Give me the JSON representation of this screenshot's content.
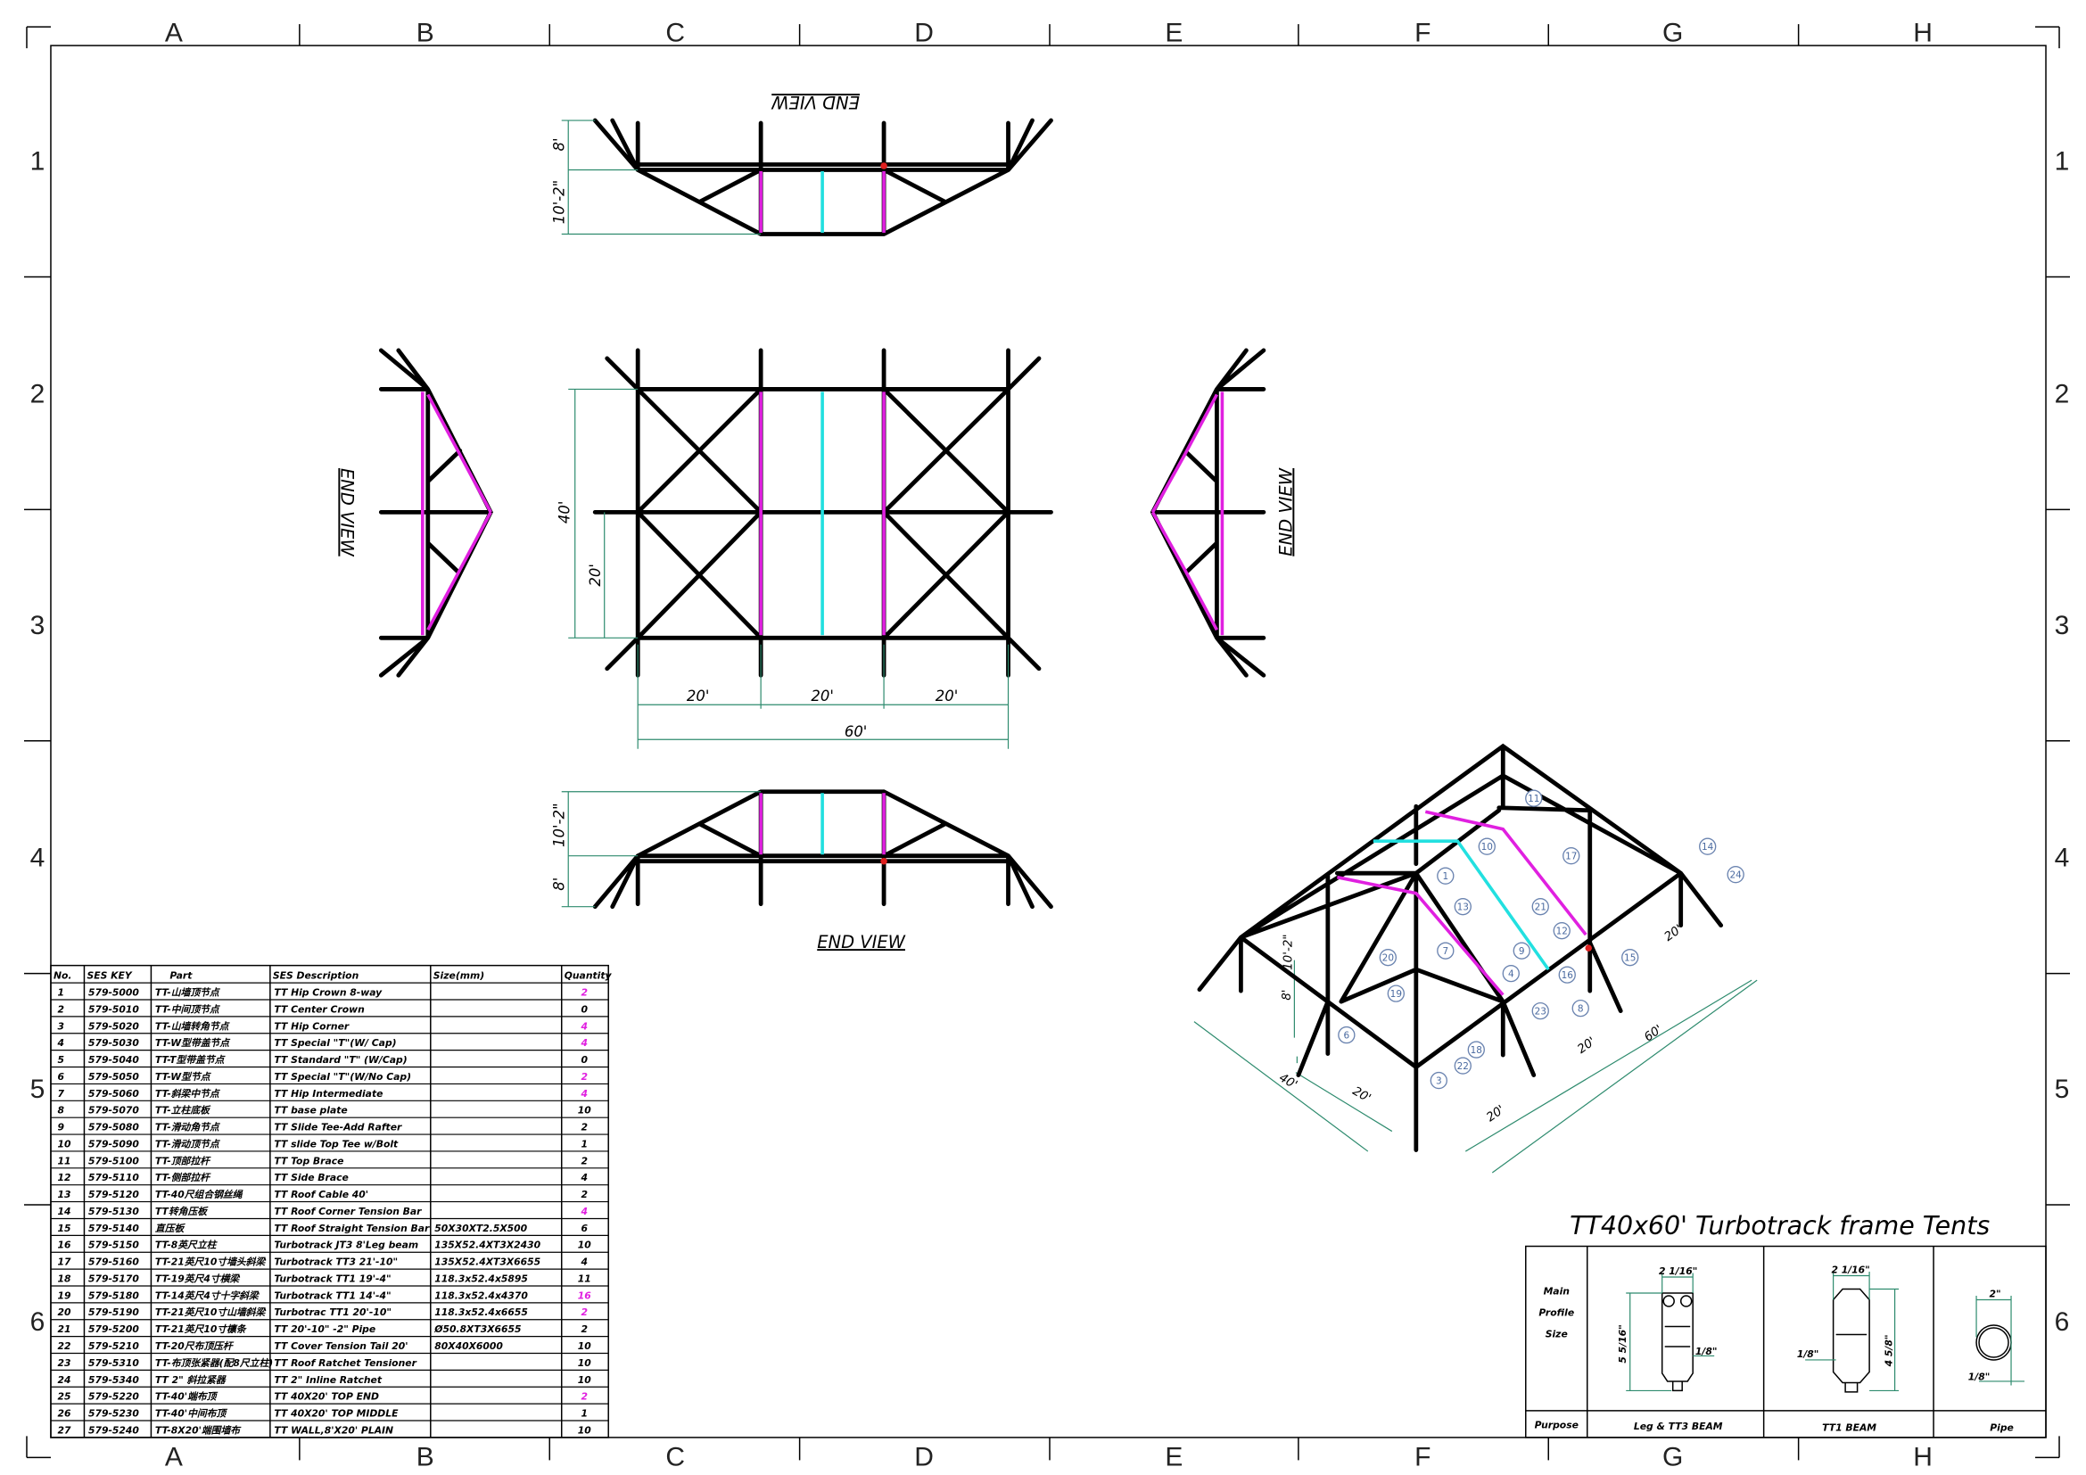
{
  "sheet": {
    "columns": [
      "A",
      "B",
      "C",
      "D",
      "E",
      "F",
      "G",
      "H"
    ],
    "rows": [
      "1",
      "2",
      "3",
      "4",
      "5",
      "6"
    ]
  },
  "views": {
    "end_view_label": "END VIEW",
    "plan_dims": {
      "bay1": "20'",
      "bay2": "20'",
      "bay3": "20'",
      "length": "60'",
      "width": "40'",
      "half_width": "20'"
    },
    "end_dims": {
      "roof_height": "8'",
      "leg_height": "10'-2\""
    }
  },
  "isometric": {
    "balloons": [
      "11",
      "10",
      "1",
      "17",
      "14",
      "24",
      "13",
      "21",
      "12",
      "15",
      "20",
      "7",
      "9",
      "4",
      "16",
      "19",
      "23",
      "8",
      "6",
      "18",
      "22",
      "3"
    ],
    "dims": [
      "20'",
      "60'",
      "20'",
      "20'",
      "20'",
      "40'",
      "8'",
      "10'-2\""
    ]
  },
  "colors": {
    "frame": "#000000",
    "hip_rafter": "#e020e0",
    "purlin": "#22e0e0",
    "dimension": "#2e8b6e",
    "highlight_qty": "#e020e0",
    "balloon": "#4a6aa0"
  },
  "parts_table": {
    "headers": [
      "No.",
      "SES KEY",
      "Part",
      "SES Description",
      "Size(mm)",
      "Quantity"
    ],
    "rows": [
      {
        "no": "1",
        "key": "579-5000",
        "part": "TT-山墙顶节点",
        "desc": "TT Hip Crown 8-way",
        "size": "",
        "qty": "2",
        "hl": true
      },
      {
        "no": "2",
        "key": "579-5010",
        "part": "TT-中间顶节点",
        "desc": "TT Center Crown",
        "size": "",
        "qty": "0",
        "hl": false
      },
      {
        "no": "3",
        "key": "579-5020",
        "part": "TT-山墙转角节点",
        "desc": "TT Hip Corner",
        "size": "",
        "qty": "4",
        "hl": true
      },
      {
        "no": "4",
        "key": "579-5030",
        "part": "TT-W型带盖节点",
        "desc": "TT Special \"T\"(W/ Cap)",
        "size": "",
        "qty": "4",
        "hl": true
      },
      {
        "no": "5",
        "key": "579-5040",
        "part": "TT-T型带盖节点",
        "desc": "TT Standard \"T\" (W/Cap)",
        "size": "",
        "qty": "0",
        "hl": false
      },
      {
        "no": "6",
        "key": "579-5050",
        "part": "TT-W型节点",
        "desc": "TT Special \"T\"(W/No Cap)",
        "size": "",
        "qty": "2",
        "hl": true
      },
      {
        "no": "7",
        "key": "579-5060",
        "part": "TT-斜梁中节点",
        "desc": "TT Hip Intermediate",
        "size": "",
        "qty": "4",
        "hl": true
      },
      {
        "no": "8",
        "key": "579-5070",
        "part": "TT-立柱底板",
        "desc": "TT base plate",
        "size": "",
        "qty": "10",
        "hl": false
      },
      {
        "no": "9",
        "key": "579-5080",
        "part": "TT-滑动角节点",
        "desc": "TT Slide Tee-Add Rafter",
        "size": "",
        "qty": "2",
        "hl": false
      },
      {
        "no": "10",
        "key": "579-5090",
        "part": "TT-滑动顶节点",
        "desc": "TT slide Top Tee w/Bolt",
        "size": "",
        "qty": "1",
        "hl": false
      },
      {
        "no": "11",
        "key": "579-5100",
        "part": "TT-顶部拉杆",
        "desc": "TT Top Brace",
        "size": "",
        "qty": "2",
        "hl": false
      },
      {
        "no": "12",
        "key": "579-5110",
        "part": "TT-侧部拉杆",
        "desc": "TT Side  Brace",
        "size": "",
        "qty": "4",
        "hl": false
      },
      {
        "no": "13",
        "key": "579-5120",
        "part": "TT-40尺组合钢丝绳",
        "desc": "TT Roof Cable 40'",
        "size": "",
        "qty": "2",
        "hl": false
      },
      {
        "no": "14",
        "key": "579-5130",
        "part": "TT转角压板",
        "desc": "TT Roof Corner Tension Bar",
        "size": "",
        "qty": "4",
        "hl": true
      },
      {
        "no": "15",
        "key": "579-5140",
        "part": "直压板",
        "desc": "TT Roof Straight Tension Bar",
        "size": "50X30XT2.5X500",
        "qty": "6",
        "hl": false
      },
      {
        "no": "16",
        "key": "579-5150",
        "part": "TT-8英尺立柱",
        "desc": "Turbotrack JT3 8'Leg beam",
        "size": "135X52.4XT3X2430",
        "qty": "10",
        "hl": false
      },
      {
        "no": "17",
        "key": "579-5160",
        "part": "TT-21英尺10寸墙头斜梁",
        "desc": "Turbotrack TT3 21'-10\"",
        "size": "135X52.4XT3X6655",
        "qty": "4",
        "hl": false
      },
      {
        "no": "18",
        "key": "579-5170",
        "part": "TT-19英尺4寸横梁",
        "desc": "Turbotrack TT1 19'-4\"",
        "size": "118.3x52.4x5895",
        "qty": "11",
        "hl": false
      },
      {
        "no": "19",
        "key": "579-5180",
        "part": "TT-14英尺4寸十字斜梁",
        "desc": "Turbotrack TT1 14'-4\"",
        "size": "118.3x52.4x4370",
        "qty": "16",
        "hl": true
      },
      {
        "no": "20",
        "key": "579-5190",
        "part": "TT-21英尺10寸山墙斜梁",
        "desc": "Turbotrac TT1 20'-10\"",
        "size": "118.3x52.4x6655",
        "qty": "2",
        "hl": true
      },
      {
        "no": "21",
        "key": "579-5200",
        "part": "TT-21英尺10寸檩条",
        "desc": "TT 20'-10\" -2\" Pipe",
        "size": "Ø50.8XT3X6655",
        "qty": "2",
        "hl": false
      },
      {
        "no": "22",
        "key": "579-5210",
        "part": "TT-20尺布顶压杆",
        "desc": "TT Cover Tension Tail 20'",
        "size": "80X40X6000",
        "qty": "10",
        "hl": false
      },
      {
        "no": "23",
        "key": "579-5310",
        "part": "TT-布顶张紧器(配8尺立柱)",
        "desc": "TT Roof Ratchet Tensioner",
        "size": "",
        "qty": "10",
        "hl": false
      },
      {
        "no": "24",
        "key": "579-5340",
        "part": "TT 2\" 斜拉紧器",
        "desc": "TT 2\" Inline Ratchet",
        "size": "",
        "qty": "10",
        "hl": false
      },
      {
        "no": "25",
        "key": "579-5220",
        "part": "TT-40'端布顶",
        "desc": "TT 40X20' TOP END",
        "size": "",
        "qty": "2",
        "hl": true
      },
      {
        "no": "26",
        "key": "579-5230",
        "part": "TT-40'中间布顶",
        "desc": "TT 40X20' TOP MIDDLE",
        "size": "",
        "qty": "1",
        "hl": false
      },
      {
        "no": "27",
        "key": "579-5240",
        "part": "TT-8X20'端围墙布",
        "desc": "TT WALL,8'X20' PLAIN",
        "size": "",
        "qty": "10",
        "hl": false
      }
    ]
  },
  "title_block": {
    "title": "TT40x60' Turbotrack frame Tents",
    "row_label_profile": [
      "Main",
      "Profile",
      "Size"
    ],
    "row_label_purpose": "Purpose",
    "profiles": [
      {
        "purpose": "Leg & TT3 BEAM",
        "width": "2 1/16\"",
        "height": "5 5/16\"",
        "wall": "1/8\""
      },
      {
        "purpose": "TT1 BEAM",
        "width": "2 1/16\"",
        "height": "4 5/8\"",
        "wall": "1/8\""
      },
      {
        "purpose": "Pipe",
        "width": "2\"",
        "wall": "1/8\""
      }
    ]
  }
}
